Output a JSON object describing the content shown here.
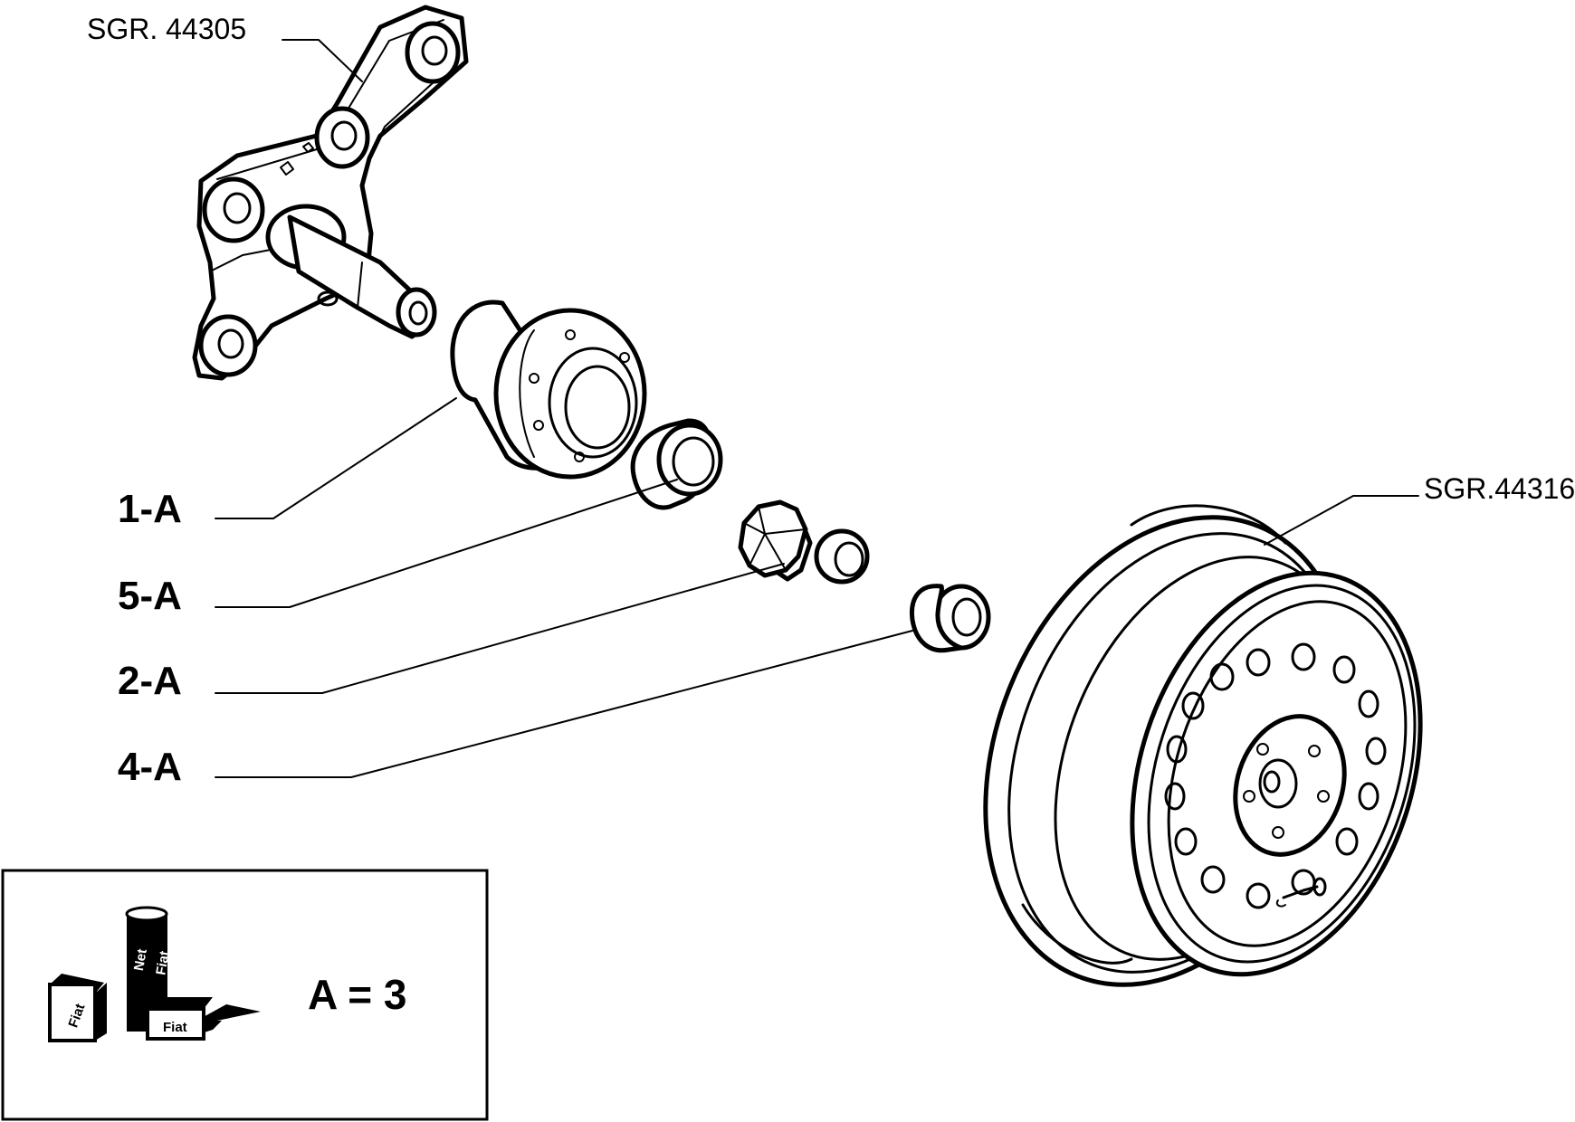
{
  "references": {
    "top_assembly": "SGR. 44305",
    "wheel_assembly": "SGR.44316"
  },
  "parts": [
    {
      "id": "hub",
      "label": "1-A"
    },
    {
      "id": "bearing_ring",
      "label": "5-A"
    },
    {
      "id": "hub_nut",
      "label": "2-A"
    },
    {
      "id": "hub_cap",
      "label": "4-A"
    }
  ],
  "legend": {
    "text": "A = 3",
    "icon": "fiat-lubricant-products-icon"
  }
}
